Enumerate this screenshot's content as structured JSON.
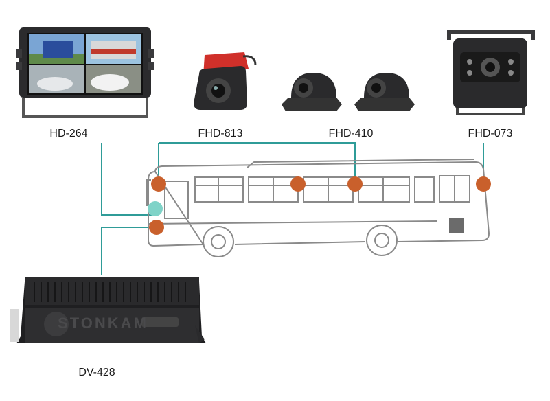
{
  "devices": [
    {
      "model": "HD-264",
      "kind": "monitor-icon"
    },
    {
      "model": "FHD-813",
      "kind": "dash-camera-icon"
    },
    {
      "model": "FHD-410",
      "kind": "dome-camera-icon"
    },
    {
      "model": "FHD-073",
      "kind": "rear-camera-icon"
    },
    {
      "model": "DV-428",
      "kind": "mdvr-icon"
    }
  ],
  "brand_watermark": "STONKAM",
  "colors": {
    "connector": "#2f9c98",
    "camera_point": "#c9602c",
    "monitor_point": "#7fd3c8",
    "bus_outline": "#8a8a8a"
  }
}
